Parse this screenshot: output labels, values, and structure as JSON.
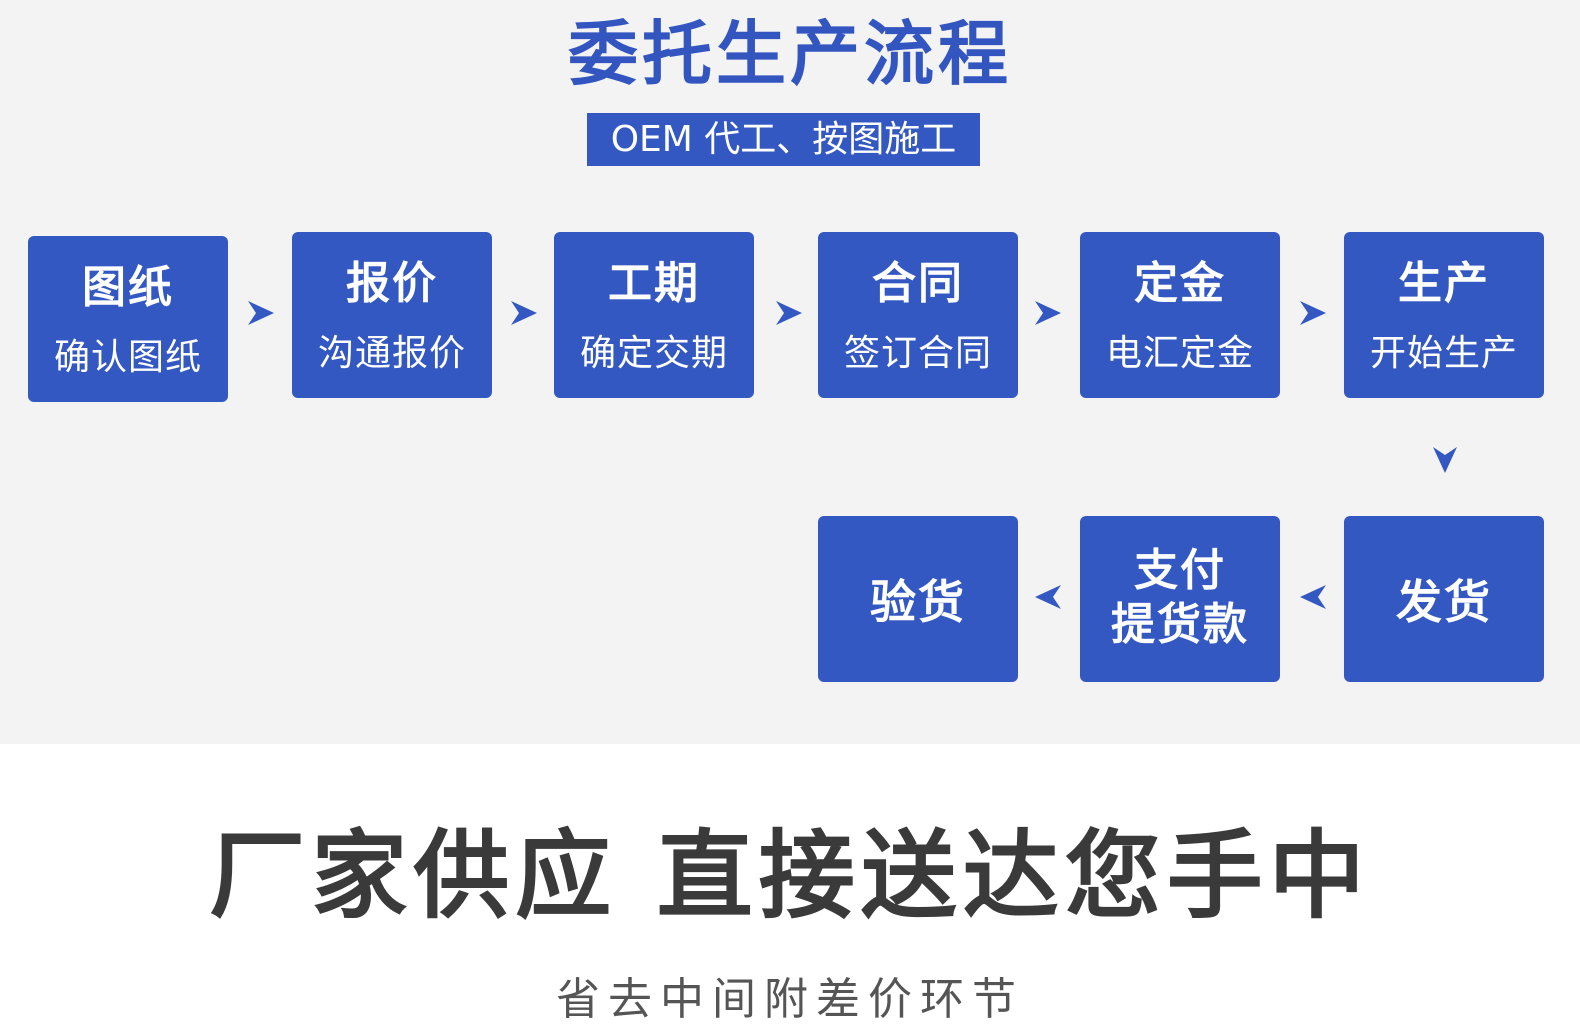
{
  "header": {
    "title": "委托生产流程",
    "subtitle": "OEM 代工、按图施工"
  },
  "steps": [
    {
      "title": "图纸",
      "subtitle": "确认图纸"
    },
    {
      "title": "报价",
      "subtitle": "沟通报价"
    },
    {
      "title": "工期",
      "subtitle": "确定交期"
    },
    {
      "title": "合同",
      "subtitle": "签订合同"
    },
    {
      "title": "定金",
      "subtitle": "电汇定金"
    },
    {
      "title": "生产",
      "subtitle": "开始生产"
    },
    {
      "title": "发货"
    },
    {
      "title": "支付",
      "subtitle": "提货款"
    },
    {
      "title": "验货"
    }
  ],
  "bottom": {
    "heading": "厂家供应  直接送达您手中",
    "subheading": "省去中间附差价环节"
  },
  "colors": {
    "accent": "#3458c2",
    "title": "#3355c0",
    "background": "#f3f3f4",
    "heading_text": "#3a3a3a"
  },
  "icons": {
    "arrow_right": "arrow-right-icon",
    "arrow_down": "arrow-down-icon",
    "arrow_left": "arrow-left-icon"
  }
}
